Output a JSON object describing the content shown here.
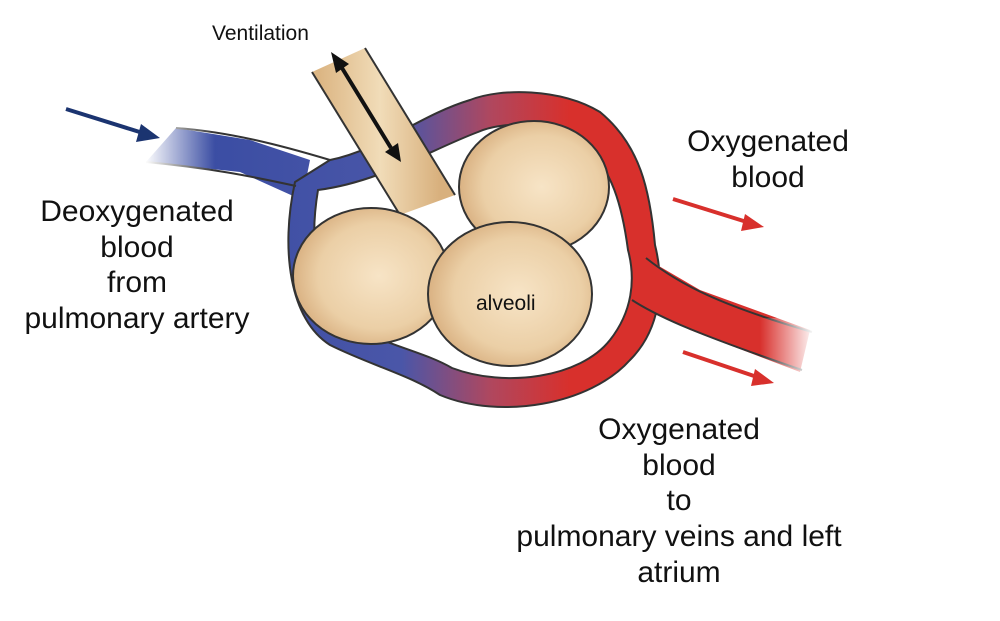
{
  "labels": {
    "ventilation": "Ventilation",
    "alveoli": "alveoli",
    "deoxygenated": [
      "Deoxygenated",
      "blood",
      "from",
      "pulmonary artery"
    ],
    "oxygenated_top": [
      "Oxygenated",
      "blood"
    ],
    "oxygenated_bottom": [
      "Oxygenated",
      "blood",
      "to",
      "pulmonary veins and left",
      "atrium"
    ]
  },
  "colors": {
    "deoxygenated": "#3a4da3",
    "oxygenated": "#d8302c",
    "alveolus": "#e9caa0",
    "arrow_blue": "#1b3470",
    "arrow_red": "#d8302c"
  }
}
